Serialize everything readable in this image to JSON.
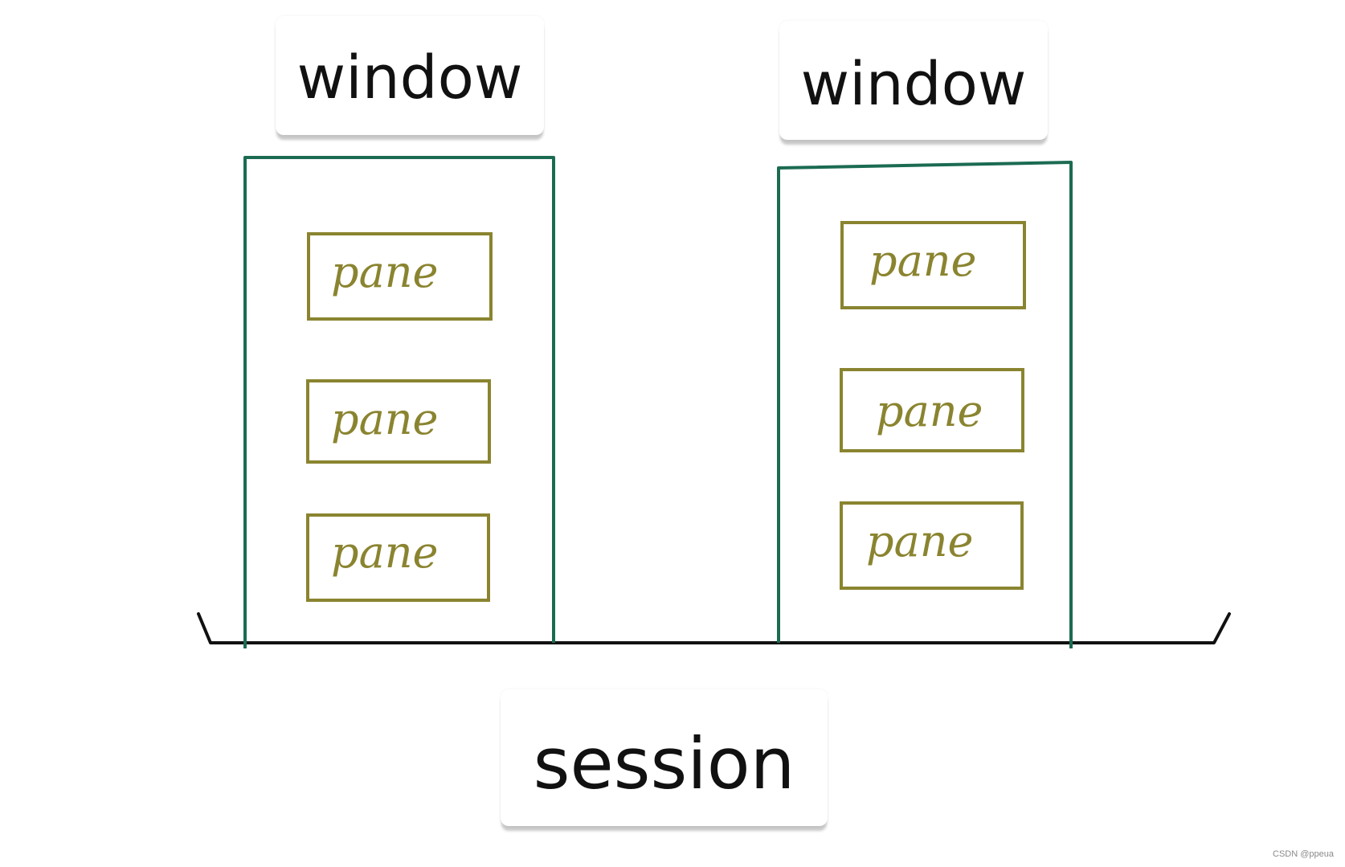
{
  "windows": [
    {
      "label": "window",
      "panes": [
        "pane",
        "pane",
        "pane"
      ]
    },
    {
      "label": "window",
      "panes": [
        "pane",
        "pane",
        "pane"
      ]
    }
  ],
  "session": {
    "label": "session"
  },
  "credit": "CSDN @ppeua",
  "colors": {
    "window_border": "#1b6b52",
    "pane_border": "#8a8430",
    "pane_text": "#8a8430",
    "session_line": "#111111"
  }
}
